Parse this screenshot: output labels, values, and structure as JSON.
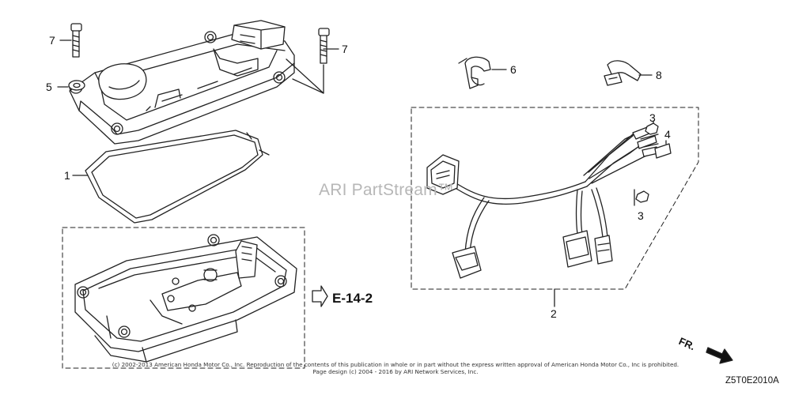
{
  "diagram": {
    "watermark": "ARI PartStream™",
    "reference": "E-14-2",
    "direction_label": "FR.",
    "part_code": "Z5T0E2010A",
    "copyright_line1": "(c) 2002-2013 American Honda Motor Co., Inc. Reproduction of the contents of this publication in whole or in part without the express written approval of American Honda Motor Co., Inc is prohibited.",
    "copyright_line2": "Page design (c) 2004 - 2016 by ARI Network Services, Inc.",
    "callouts": {
      "c1": "1",
      "c2": "2",
      "c3a": "3",
      "c3b": "3",
      "c4": "4",
      "c5": "5",
      "c6": "6",
      "c7a": "7",
      "c7b": "7",
      "c8": "8"
    }
  }
}
